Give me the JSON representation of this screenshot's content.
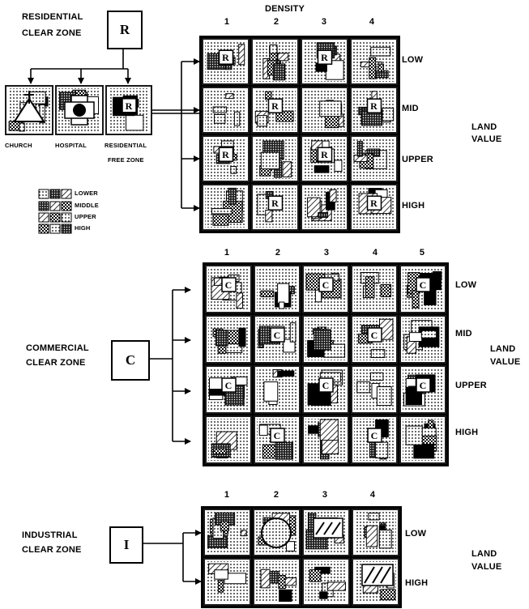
{
  "residential": {
    "zone_label_line1": "RESIDENTIAL",
    "zone_label_line2": "CLEAR ZONE",
    "zone_letter": "R",
    "density_title": "DENSITY",
    "density_cols": [
      "1",
      "2",
      "3",
      "4"
    ],
    "rows": [
      "LOW",
      "MID",
      "UPPER",
      "HIGH"
    ],
    "land_value_line1": "LAND",
    "land_value_line2": "VALUE",
    "special_tiles": [
      "CHURCH",
      "HOSPITAL",
      "RESIDENTIAL"
    ],
    "free_zone_label": "FREE ZONE",
    "house_legend": [
      "LOWER",
      "MIDDLE",
      "UPPER",
      "HIGH"
    ]
  },
  "commercial": {
    "zone_label_line1": "COMMERCIAL",
    "zone_label_line2": "CLEAR ZONE",
    "zone_letter": "C",
    "density_cols": [
      "1",
      "2",
      "3",
      "4",
      "5"
    ],
    "rows": [
      "LOW",
      "MID",
      "UPPER",
      "HIGH"
    ],
    "land_value_line1": "LAND",
    "land_value_line2": "VALUE"
  },
  "industrial": {
    "zone_label_line1": "INDUSTRIAL",
    "zone_label_line2": "CLEAR ZONE",
    "zone_letter": "I",
    "density_cols": [
      "1",
      "2",
      "3",
      "4"
    ],
    "rows": [
      "LOW",
      "HIGH"
    ],
    "land_value_line1": "LAND",
    "land_value_line2": "VALUE"
  }
}
